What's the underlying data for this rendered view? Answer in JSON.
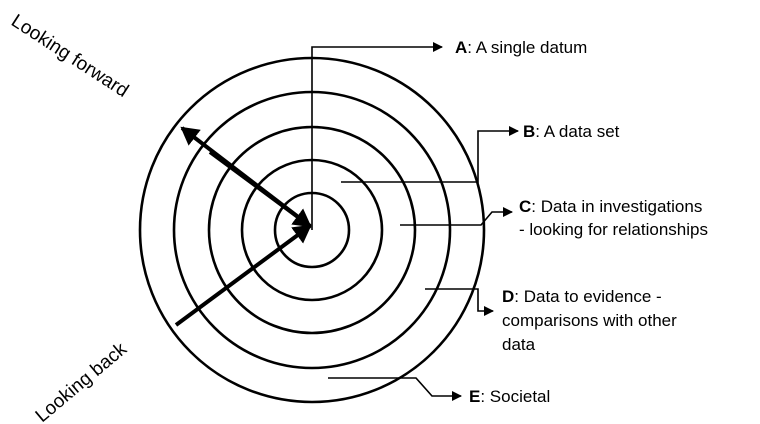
{
  "diagram": {
    "labels": {
      "a": {
        "key": "A",
        "text": ": A single datum"
      },
      "b": {
        "key": "B",
        "text": ": A data set"
      },
      "c": {
        "key": "C",
        "line1": ": Data in investigations",
        "line2": "- looking for relationships"
      },
      "d": {
        "key": "D",
        "line1": ": Data to evidence -",
        "line2": "comparisons with other",
        "line3": "data"
      },
      "e": {
        "key": "E",
        "text": ": Societal"
      }
    },
    "looking_forward": "Looking forward",
    "looking_back": "Looking back",
    "colors": {
      "stroke": "#000000",
      "background": "#ffffff"
    }
  }
}
